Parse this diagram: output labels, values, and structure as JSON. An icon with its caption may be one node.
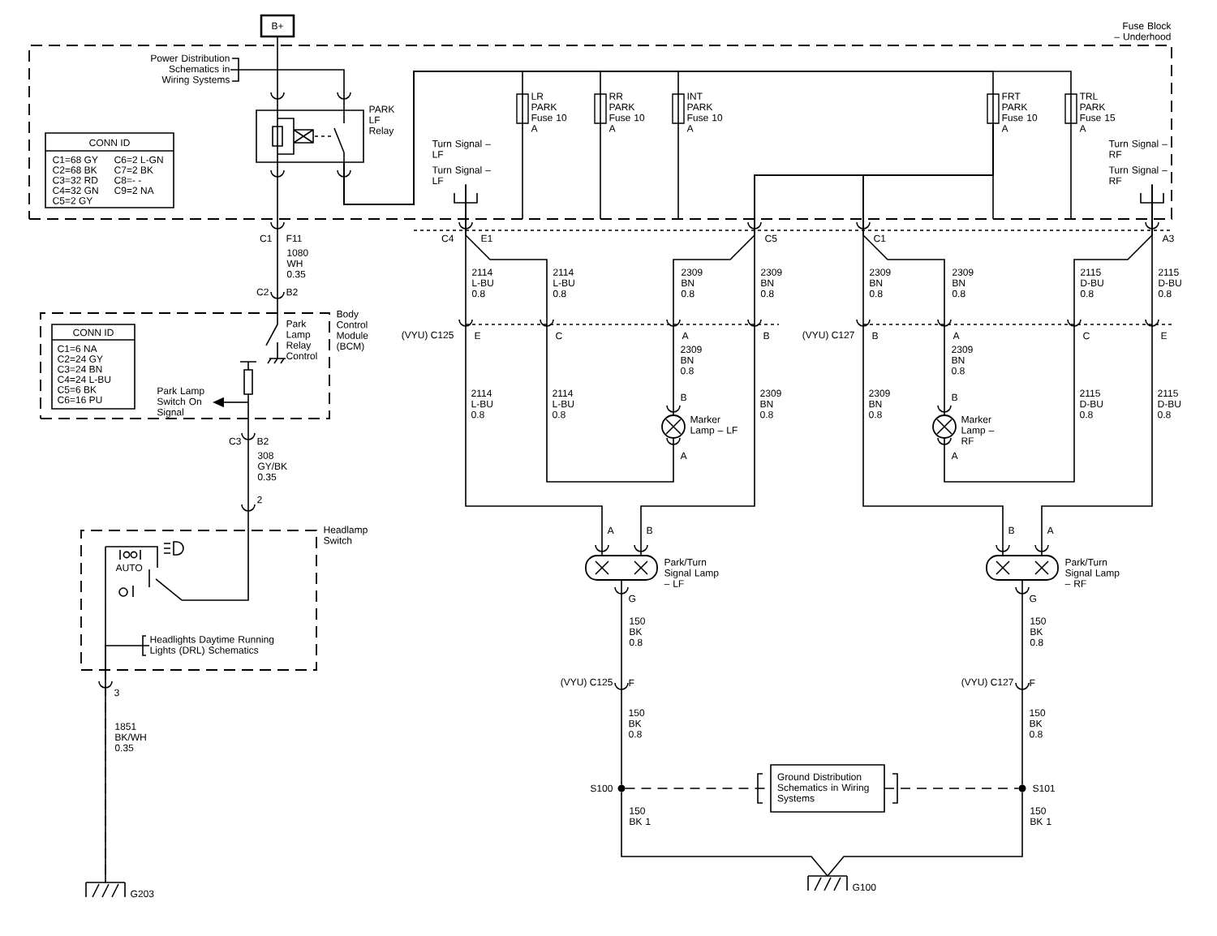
{
  "diagram": {
    "nodes": [
      {
        "text": [
          "B+"
        ]
      },
      {
        "text": [
          "Fuse Block – Underhood"
        ]
      },
      {
        "text": [
          "PARK LF Relay"
        ],
        "in": 1
      },
      {
        "text": [
          "CONN ID",
          "C1=68 GY",
          "C2=68 BK",
          "C3=32 RD",
          "C4=32 GN",
          "C5=2 GY",
          "C6=2 L-GN",
          "C7=2 BK",
          "C8=- -",
          "C9=2 NA"
        ],
        "in": 1
      },
      {
        "text": [
          "LR PARK Fuse 10 A"
        ],
        "in": 1
      },
      {
        "text": [
          "RR PARK Fuse 10 A"
        ],
        "in": 1
      },
      {
        "text": [
          "INT PARK Fuse 10 A"
        ],
        "in": 1
      },
      {
        "text": [
          "FRT PARK Fuse 10 A"
        ],
        "in": 1
      },
      {
        "text": [
          "TRL PARK Fuse 15 A"
        ],
        "in": 1
      },
      {
        "text": [
          "Body Control Module (BCM)"
        ]
      },
      {
        "text": [
          "CONN ID",
          "C1=6 NA",
          "C2=24 GY",
          "C3=24 BN",
          "C4=24 L-BU",
          "C5=6 BK",
          "C6=16 PU"
        ],
        "in": 9
      },
      {
        "text": [
          "Headlamp Switch"
        ]
      },
      {
        "text": [
          "Power Distribution Schematics in Wiring Systems"
        ],
        "in": 1
      },
      {
        "text": [
          "Turn Signal – LF",
          "Turn Signal – LF"
        ],
        "in": 1
      },
      {
        "text": [
          "Turn Signal – RF",
          "Turn Signal – RF"
        ],
        "in": 1
      },
      {
        "text": [
          "Park Lamp Switch On Signal"
        ],
        "in": 9
      },
      {
        "text": [
          "Headlights Daytime Running Lights (DRL) Schematics"
        ],
        "in": 11
      },
      {
        "text": [
          "Marker Lamp – LF"
        ]
      },
      {
        "text": [
          "Marker Lamp – RF"
        ]
      },
      {
        "text": [
          "Park/Turn Signal Lamp – LF"
        ]
      },
      {
        "text": [
          "Park/Turn Signal Lamp – RF"
        ]
      },
      {
        "text": [
          "Ground Distribution Schematics in Wiring Systems"
        ]
      },
      {
        "text": [
          "S100"
        ]
      },
      {
        "text": [
          "S101"
        ]
      },
      {
        "text": [
          "G100"
        ]
      },
      {
        "text": [
          "G203"
        ]
      }
    ],
    "edges": [
      {
        "from": 0,
        "to": 2,
        "arrow": "none"
      },
      {
        "from": 12,
        "to": 2,
        "arrow": "none"
      },
      {
        "from": 2,
        "to": 4,
        "arrow": "none"
      },
      {
        "from": 2,
        "to": 5,
        "arrow": "none"
      },
      {
        "from": 2,
        "to": 6,
        "arrow": "none"
      },
      {
        "from": 2,
        "to": 7,
        "arrow": "none"
      },
      {
        "from": 2,
        "to": 8,
        "arrow": "none"
      },
      {
        "from": 2,
        "to": 9,
        "arrow": "none",
        "label": "1080 WH 0.35"
      },
      {
        "from": 9,
        "to": 11,
        "arrow": "none",
        "label": "308 GY/BK 0.35"
      },
      {
        "from": null,
        "to": 15,
        "arrow": "to"
      },
      {
        "from": 11,
        "to": 25,
        "arrow": "none",
        "label": "1851 BK/WH 0.35",
        "style": "dashed"
      },
      {
        "from": 16,
        "to": 25,
        "arrow": "none"
      },
      {
        "from": 13,
        "to": 19,
        "arrow": "none",
        "label": "2114 L-BU 0.8"
      },
      {
        "from": 13,
        "to": 17,
        "arrow": "none",
        "label": "2114 L-BU 0.8"
      },
      {
        "from": 7,
        "to": 17,
        "arrow": "none",
        "label": "2309 BN 0.8"
      },
      {
        "from": 7,
        "to": 19,
        "arrow": "none",
        "label": "2309 BN 0.8"
      },
      {
        "from": 7,
        "to": 20,
        "arrow": "none",
        "label": "2309 BN 0.8"
      },
      {
        "from": 7,
        "to": 18,
        "arrow": "none",
        "label": "2309 BN 0.8"
      },
      {
        "from": 14,
        "to": 18,
        "arrow": "none",
        "label": "2115 D-BU 0.8"
      },
      {
        "from": 14,
        "to": 20,
        "arrow": "none",
        "label": "2115 D-BU 0.8"
      },
      {
        "from": 19,
        "to": 22,
        "arrow": "none",
        "label": "150 BK 0.8"
      },
      {
        "from": 20,
        "to": 23,
        "arrow": "none",
        "label": "150 BK 0.8"
      },
      {
        "from": 22,
        "to": 24,
        "arrow": "none",
        "label": "150 BK 1"
      },
      {
        "from": 23,
        "to": 24,
        "arrow": "none",
        "label": "150 BK 1"
      },
      {
        "from": 22,
        "to": 21,
        "arrow": "none",
        "style": "dashed"
      },
      {
        "from": 21,
        "to": 23,
        "arrow": "none",
        "style": "dashed"
      }
    ],
    "labels": [
      "C1",
      "F11",
      "C2",
      "B2",
      "Park Lamp Relay Control",
      "C3",
      "B2",
      "2",
      "AUTO",
      "3",
      "C4",
      "E1",
      "C5",
      "C1",
      "A3",
      "(VYU) C125",
      "E",
      "C",
      "A",
      "B",
      "(VYU) C127",
      "B",
      "A",
      "C",
      "E",
      "2114 L-BU 0.8",
      "2114 L-BU 0.8",
      "2309 BN 0.8",
      "B",
      "A",
      "2309 BN 0.8",
      "2309 BN 0.8",
      "2309 BN 0.8",
      "B",
      "A",
      "2115 D-BU 0.8",
      "2115 D-BU 0.8",
      "A",
      "B",
      "G",
      "B",
      "A",
      "G",
      "(VYU) C125",
      "F",
      "(VYU) C127",
      "F",
      "150 BK 0.8",
      "150 BK 0.8"
    ]
  }
}
